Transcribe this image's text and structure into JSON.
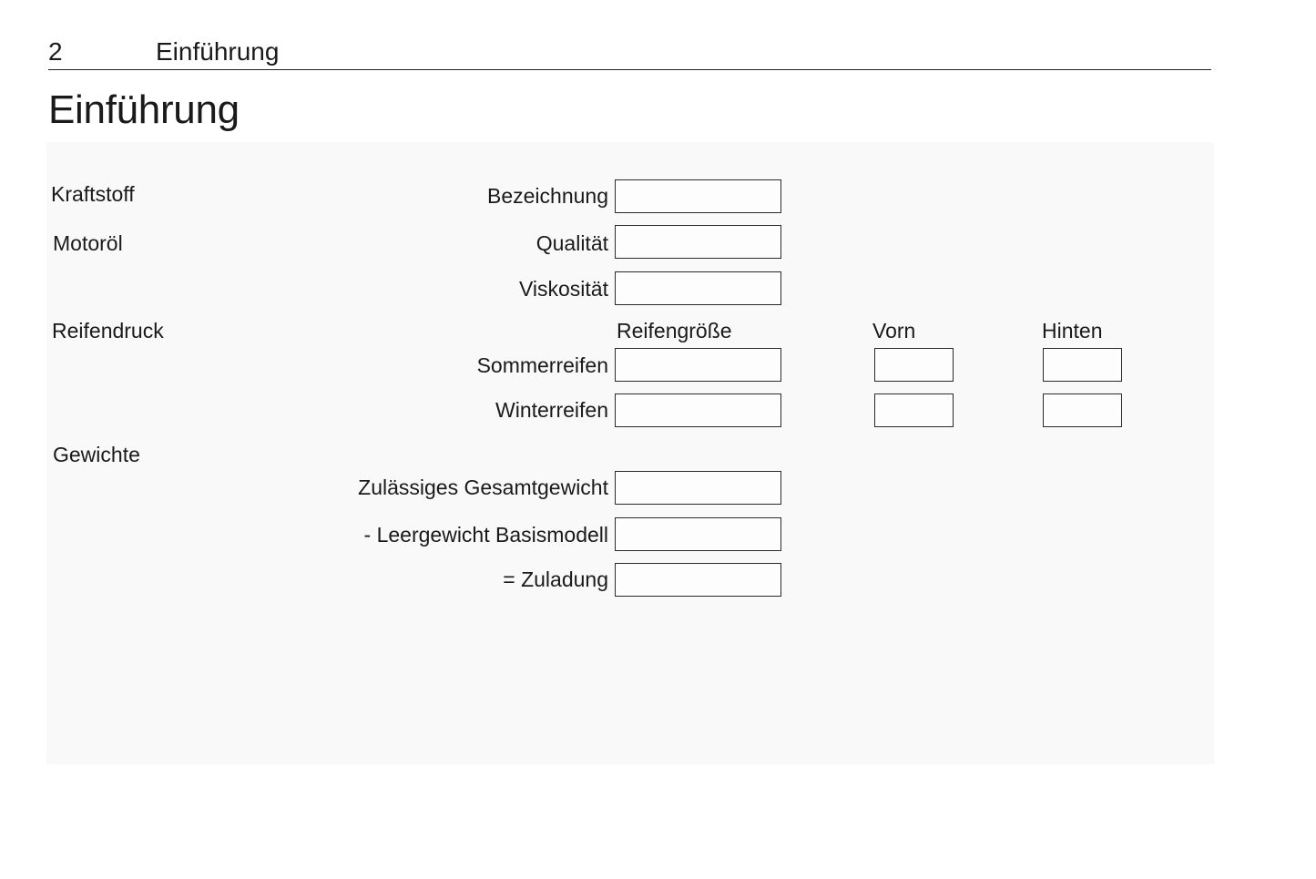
{
  "header": {
    "page_number": "2",
    "running_title": "Einführung"
  },
  "page_title": "Einführung",
  "form": {
    "sections": {
      "fuel": "Kraftstoff",
      "engine_oil": "Motoröl",
      "tyre_pressure": "Reifendruck",
      "weights": "Gewichte"
    },
    "fields": {
      "designation": "Bezeichnung",
      "quality": "Qualität",
      "viscosity": "Viskosität",
      "summer_tyres": "Sommerreifen",
      "winter_tyres": "Winterreifen",
      "gross_weight": "Zulässiges Gesamtgewicht",
      "kerb_weight": "- Leergewicht Basismodell",
      "payload": "= Zuladung"
    },
    "columns": {
      "tyre_size": "Reifengröße",
      "front": "Vorn",
      "rear": "Hinten"
    }
  }
}
